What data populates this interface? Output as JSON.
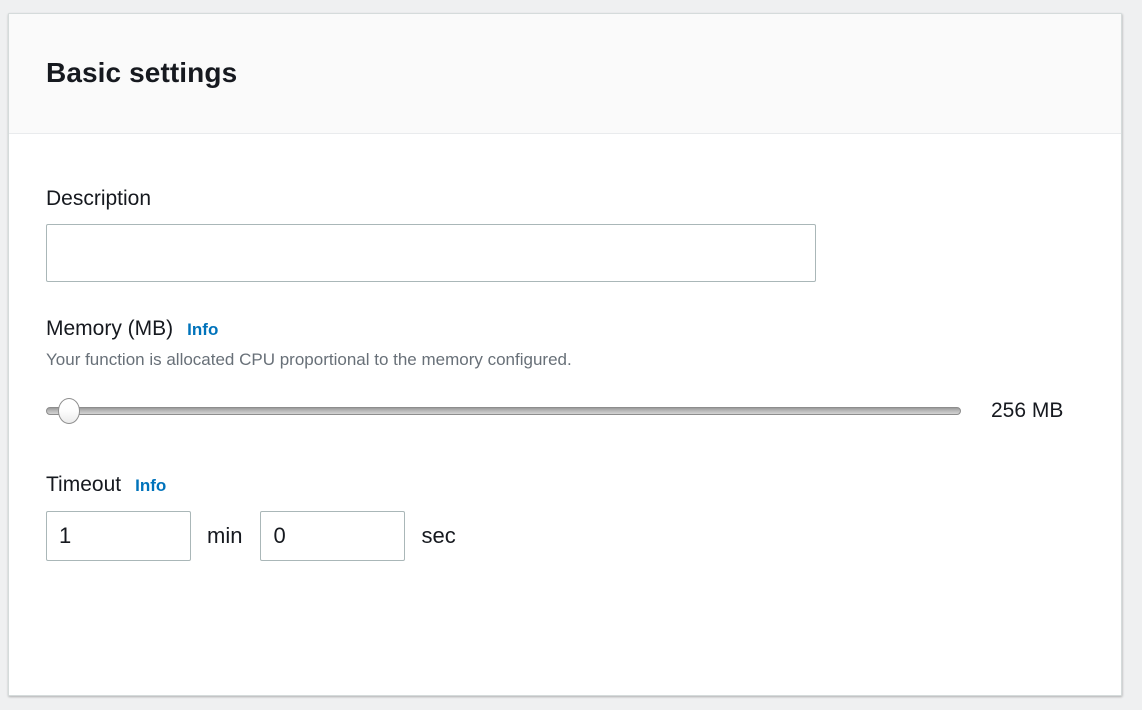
{
  "panel": {
    "title": "Basic settings"
  },
  "description": {
    "label": "Description",
    "value": "",
    "placeholder": ""
  },
  "memory": {
    "label": "Memory (MB)",
    "info_label": "Info",
    "hint": "Your function is allocated CPU proportional to the memory configured.",
    "value_display": "256 MB",
    "value": "256",
    "min": "128",
    "max": "10240",
    "step": "1"
  },
  "timeout": {
    "label": "Timeout",
    "info_label": "Info",
    "minutes_value": "1",
    "minutes_unit": "min",
    "seconds_value": "0",
    "seconds_unit": "sec"
  },
  "colors": {
    "accent_link": "#0073bb",
    "text_primary": "#16191f",
    "text_secondary": "#687078",
    "border_input": "#aab7b8",
    "header_bg": "#fafafa",
    "page_bg": "#eff0f1"
  }
}
